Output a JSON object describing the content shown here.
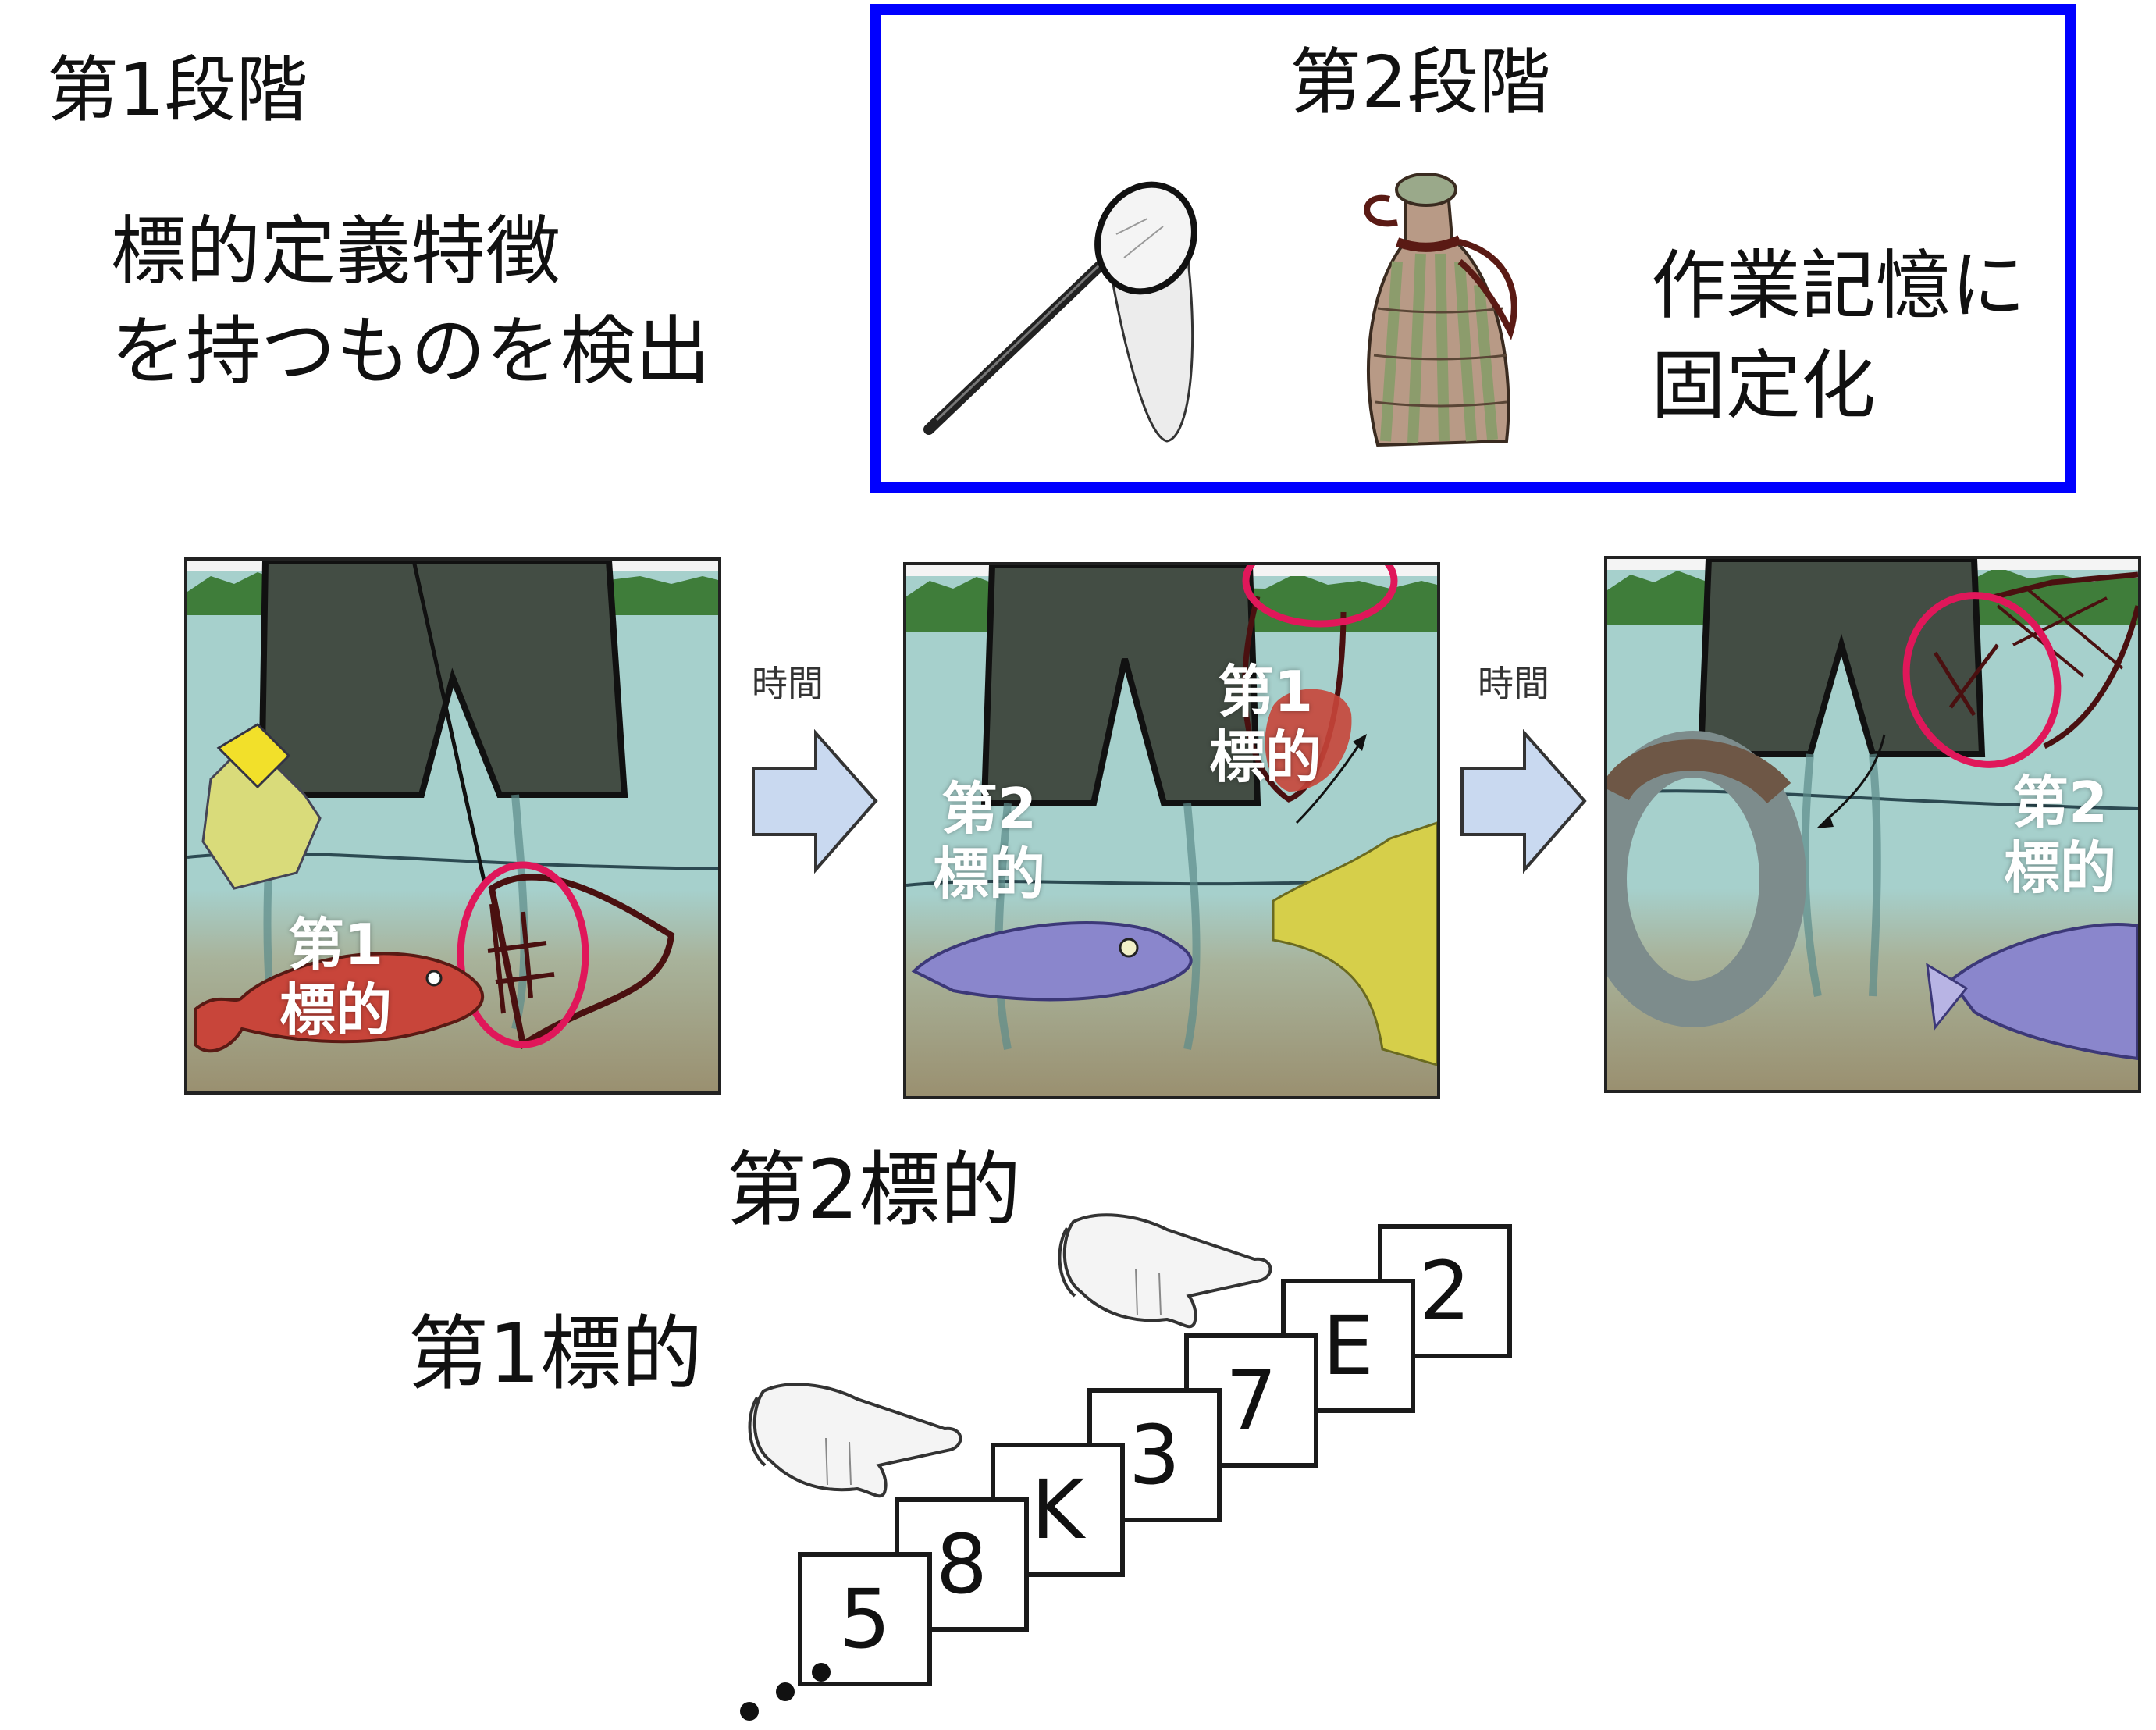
{
  "stage1": {
    "title": "第1段階",
    "description_lines": [
      "標的定義特徴",
      "を持つものを検出"
    ]
  },
  "stage2": {
    "title": "第2段階",
    "description_lines": [
      "作業記憶に",
      "固定化"
    ],
    "icons": [
      "net-icon",
      "fish-basket-icon"
    ],
    "border_color": "#0000ff"
  },
  "scene": {
    "panels": [
      {
        "labels": [
          {
            "line1": "第1",
            "line2": "標的"
          }
        ]
      },
      {
        "labels": [
          {
            "line1": "第1",
            "line2": "標的"
          },
          {
            "line1": "第2",
            "line2": "標的"
          }
        ]
      },
      {
        "labels": [
          {
            "line1": "第2",
            "line2": "標的"
          }
        ]
      }
    ],
    "arrows": [
      {
        "label": "時間"
      },
      {
        "label": "時間"
      }
    ],
    "colors": {
      "arrow_fill": "#c9d9f0",
      "highlight_ring": "#e0175a",
      "water": "#a6d0cc",
      "trees": "#3f7d3a",
      "first_target_fish": "#c8453a",
      "second_target_fish": "#8a86cc"
    }
  },
  "rsvp": {
    "first_target_label": "第1標的",
    "second_target_label": "第2標的",
    "cards": [
      "5",
      "8",
      "K",
      "3",
      "7",
      "E",
      "2"
    ],
    "continuation": "…"
  }
}
